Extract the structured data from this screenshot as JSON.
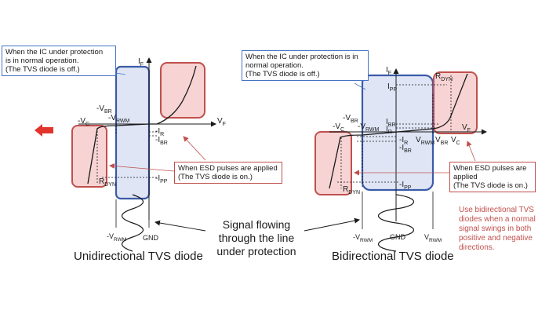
{
  "colors": {
    "region_blue_fill": "#dfe5f5",
    "region_blue_stroke": "#3a5ba8",
    "region_red_fill": "#f7d3d3",
    "region_red_stroke": "#c0504d",
    "arrow_red": "#e0342c",
    "note_red": "#c0504d"
  },
  "uni": {
    "callout_off": [
      "When the IC under protection",
      "is in normal operation.",
      "(The TVS diode is off.)"
    ],
    "callout_esd": [
      "When ESD pulses are applied",
      "(The TVS diode is on.)"
    ],
    "labels": {
      "if": "I",
      "if_sub": "F",
      "vf": "V",
      "vf_sub": "F",
      "vbr_neg": "-V",
      "vbr_sub": "BR",
      "vc_neg": "-V",
      "vc_sub": "C",
      "vrwm_neg": "-V",
      "vrwm_sub": "RWM",
      "ir": "-I",
      "ir_sub": "R",
      "ibr": "-I",
      "ibr_sub": "BR",
      "ipp": "-I",
      "ipp_sub": "PP",
      "rdyn": "R",
      "rdyn_sub": "DYN",
      "bottom_vrwm": "-V",
      "bottom_vrwm_sub": "RWM",
      "gnd": "GND"
    },
    "caption": "Unidirectional TVS diode"
  },
  "bi": {
    "callout_off": [
      "When the IC under protection is in",
      "normal operation.",
      "(The TVS diode is off.)"
    ],
    "callout_esd": [
      "When ESD pulses are",
      "applied",
      "(The TVS diode is on.)"
    ],
    "labels": {
      "if": "I",
      "if_sub": "F",
      "ipp": "I",
      "ipp_sub": "PP",
      "rdyn_top": "R",
      "rdyn_top_sub": "DYN",
      "vbr_neg": "-V",
      "vbr_sub": "BR",
      "ibr": "I",
      "ibr_sub": "BR",
      "ir": "I",
      "ir_sub": "R",
      "vf": "V",
      "vf_sub": "F",
      "vc_neg": "-V",
      "vc_sub": "C",
      "vrwm_neg": "-V",
      "vrwm_sub": "RWM",
      "ir_neg": "-I",
      "ir_neg_sub": "R",
      "ibr_neg": "-I",
      "ibr_neg_sub": "BR",
      "vrwm": "V",
      "vrwm_sub2": "RWM",
      "vbr": "V",
      "vbr_sub2": "BR",
      "vc": "V",
      "vc_sub2": "C",
      "rdyn_bot": "R",
      "rdyn_bot_sub": "DYN",
      "ipp_neg": "-I",
      "ipp_neg_sub": "PP",
      "bottom_vrwm_neg": "-V",
      "bottom_vrwm_neg_sub": "RWM",
      "gnd": "GND",
      "bottom_vrwm": "V",
      "bottom_vrwm_sub": "RWM"
    },
    "caption": "Bidirectional TVS diode",
    "note": [
      "Use bidirectional TVS",
      "diodes when a normal",
      "signal swings in both",
      "positive and negative",
      "directions."
    ]
  },
  "center_caption": [
    "Signal flowing",
    "through the line",
    "under protection"
  ]
}
